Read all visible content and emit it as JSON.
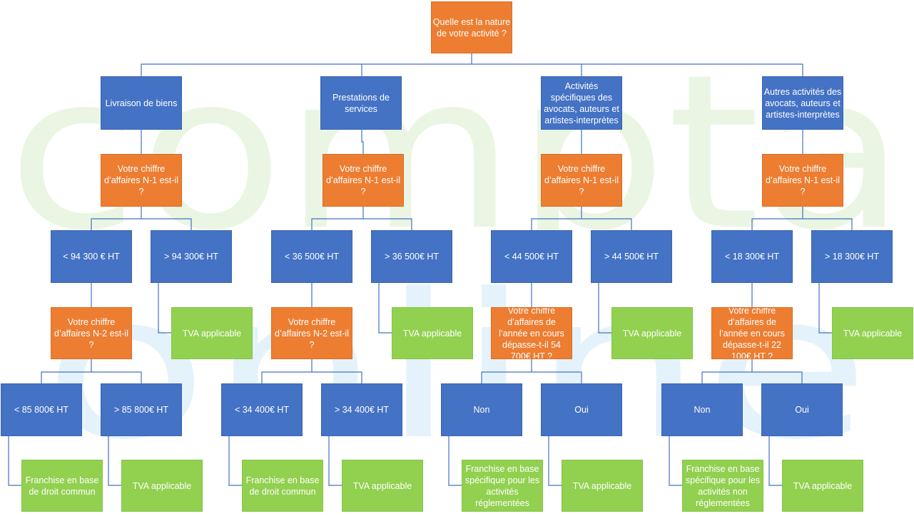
{
  "watermark": {
    "line1": "compta",
    "line2": "online"
  },
  "colors": {
    "question": "#ed7d31",
    "branch": "#4472c4",
    "result": "#92d050",
    "connector": "#4472c4"
  },
  "root": "Quelle est la nature de votre activité ?",
  "col1": {
    "head": "Livraison de biens",
    "q1": "Votre chiffre d’affaires N-1 est-il ?",
    "lo": "< 94 300  € HT",
    "hi": "> 94 300€ HT",
    "q2": "Votre chiffre d’affaires N-2 est-il ?",
    "hi_res": "TVA applicable",
    "lo2": "< 85 800€ HT",
    "hi2": "> 85 800€ HT",
    "lo2_res": "Franchise en base de droit commun",
    "hi2_res": "TVA applicable"
  },
  "col2": {
    "head": "Prestations de services",
    "q1": "Votre chiffre d’affaires N-1 est-il ?",
    "lo": "< 36 500€ HT",
    "hi": "> 36 500€ HT",
    "q2": "Votre chiffre d’affaires N-2 est-il ?",
    "hi_res": "TVA applicable",
    "lo2": "< 34 400€ HT",
    "hi2": "> 34 400€ HT",
    "lo2_res": "Franchise en base de droit commun",
    "hi2_res": "TVA applicable"
  },
  "col3": {
    "head": "Activités spécifiques des avocats, auteurs et artistes-interprètes",
    "q1": "Votre chiffre d’affaires N-1 est-il ?",
    "lo": "< 44 500€ HT",
    "hi": "> 44 500€ HT",
    "q2": "Votre chiffre d’affaires de l’année en cours dépasse-t-il 54 700€ HT ?",
    "hi_res": "TVA applicable",
    "lo2": "Non",
    "hi2": "Oui",
    "lo2_res": "Franchise en base spécifique pour les activités réglementées",
    "hi2_res": "TVA applicable"
  },
  "col4": {
    "head": "Autres activités des avocats, auteurs et artistes-interprètes",
    "q1": "Votre chiffre d’affaires N-1 est-il ?",
    "lo": "< 18 300€ HT",
    "hi": "> 18 300€ HT",
    "q2": "Votre chiffre d’affaires de l’année en cours dépasse-t-il 22 100€ HT ?",
    "hi_res": "TVA applicable",
    "lo2": "Non",
    "hi2": "Oui",
    "lo2_res": "Franchise en base spécifique pour les activités non réglementées",
    "hi2_res": "TVA applicable"
  }
}
